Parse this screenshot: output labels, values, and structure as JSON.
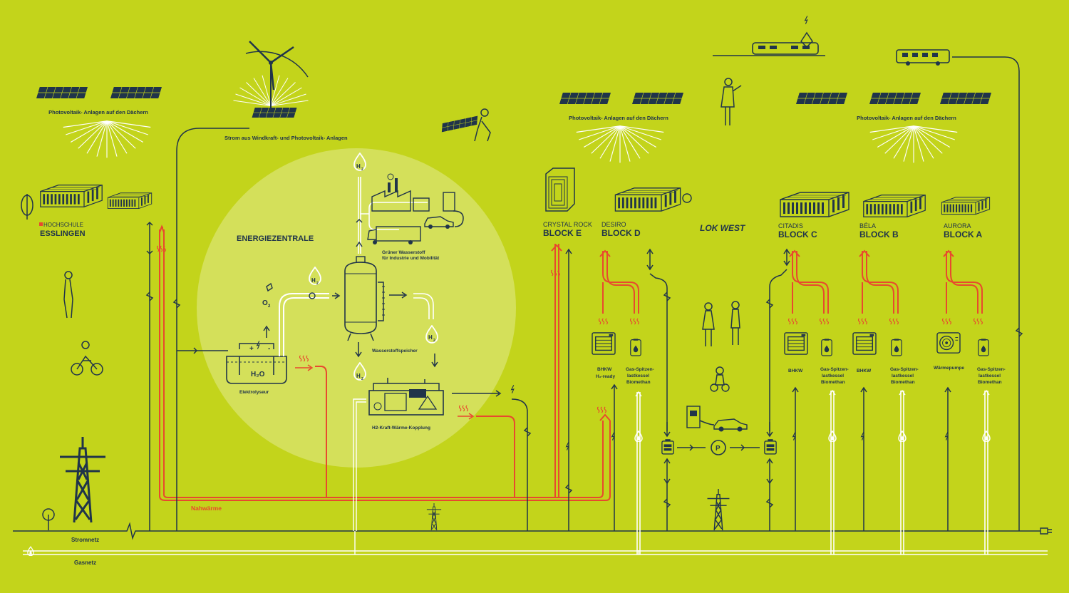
{
  "colors": {
    "background": "#c3d41b",
    "navy": "#20344a",
    "red": "#e8492e",
    "white": "#ffffff",
    "glow": "#d4e05a"
  },
  "labels": {
    "pv_left": "Photovoltaik- Anlagen auf den Dächern",
    "pv_mid": "Photovoltaik- Anlagen auf den Dächern",
    "pv_right": "Photovoltaik- Anlagen auf den Dächern",
    "wind": "Strom aus Windkraft- und Photovoltaik- Anlagen",
    "hs_top": "HOCHSCHULE",
    "hs_bottom": "ESSLINGEN",
    "center": "ENERGIEZENTRALE",
    "o2": "O",
    "h2o": "H₂O",
    "electrolyser": "Elektrolyseur",
    "storage": "Wasserstoffspeicher",
    "gruen_1": "Grüner Wasserstoff",
    "gruen_2": "für Industrie und Mobilität",
    "kwk": "H2-Kraft-Wärme-Kopplung",
    "h2": "H",
    "nahwaerme": "Nahwärme",
    "stromnetz": "Stromnetz",
    "gasnetz": "Gasnetz",
    "lokwest": "LOK WEST",
    "p": "P"
  },
  "blocks": [
    {
      "sub": "CRYSTAL ROCK",
      "name": "BLOCK E"
    },
    {
      "sub": "DESIRO",
      "name": "BLOCK D"
    },
    {
      "sub": "CITADIS",
      "name": "BLOCK C"
    },
    {
      "sub": "BÉLA",
      "name": "BLOCK B"
    },
    {
      "sub": "AURORA",
      "name": "BLOCK A"
    }
  ],
  "units": {
    "bhkw_d_1": "BHKW",
    "bhkw_d_2": "H₂-ready",
    "gas_1": "Gas-Spitzen-",
    "gas_2": "lastkessel",
    "gas_3": "Biomethan",
    "bhkw_c": "BHKW",
    "bhkw_b": "BHKW",
    "heatpump": "Wärmepumpe"
  }
}
